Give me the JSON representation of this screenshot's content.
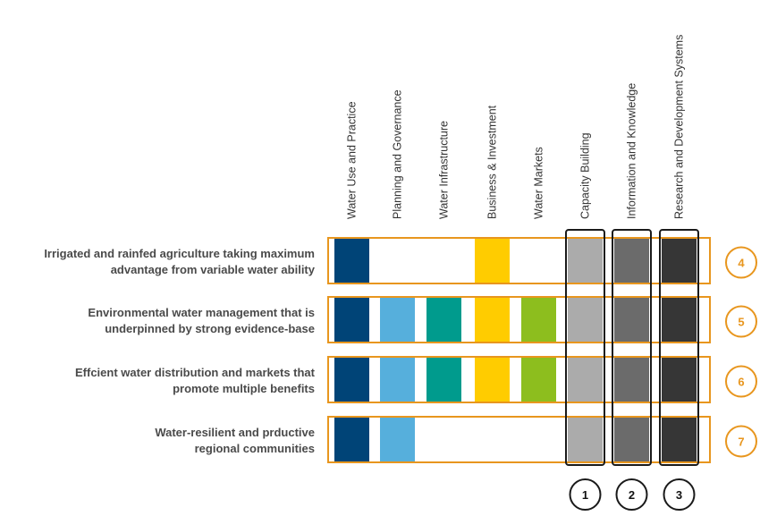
{
  "columns": [
    {
      "label": "Water Use and Practice",
      "color": "#004477"
    },
    {
      "label": "Planning and Governance",
      "color": "#56AFDC"
    },
    {
      "label": "Water Infrastructure",
      "color": "#009B8D"
    },
    {
      "label": "Business & Investment",
      "color": "#FFCC00"
    },
    {
      "label": "Water Markets",
      "color": "#8DBE1E"
    },
    {
      "label": "Capacity Building",
      "color": "#ABABAB"
    },
    {
      "label": "Information and Knowledge",
      "color": "#6B6B6B"
    },
    {
      "label": "Research and Development Systems",
      "color": "#363636"
    }
  ],
  "outcomes": [
    {
      "lines": [
        "Irrigated and rainfed agriculture taking maximum",
        "advantage from variable water ability"
      ],
      "number": "4",
      "filled": [
        true,
        false,
        false,
        true,
        false,
        true,
        true,
        true
      ]
    },
    {
      "lines": [
        "Environmental water management that is",
        "underpinned by strong evidence-base"
      ],
      "number": "5",
      "filled": [
        true,
        true,
        true,
        true,
        true,
        true,
        true,
        true
      ]
    },
    {
      "lines": [
        "Effcient water distribution and markets that",
        "promote multiple benefits"
      ],
      "number": "6",
      "filled": [
        true,
        true,
        true,
        true,
        true,
        true,
        true,
        true
      ]
    },
    {
      "lines": [
        "Water-resilient and prductive",
        "regional communities"
      ],
      "number": "7",
      "filled": [
        true,
        true,
        false,
        false,
        false,
        true,
        true,
        true
      ]
    }
  ],
  "enablers": [
    "1",
    "2",
    "3"
  ],
  "colors": {
    "outline": "#E8961E",
    "badge": "#E8961E",
    "enabler_outline": "#1a1a1a"
  }
}
